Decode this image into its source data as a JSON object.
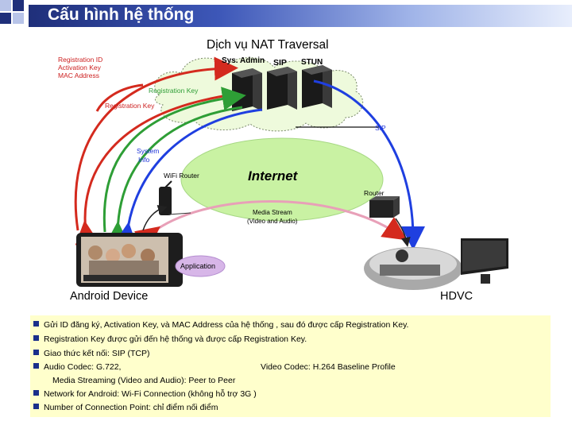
{
  "header": {
    "title": "Cấu hình hệ thống"
  },
  "diagram": {
    "service_title": "Dịch vụ NAT Traversal",
    "server_labels": {
      "admin": "Sys. Admin",
      "sip": "SIP",
      "stun": "STUN"
    },
    "left_note": [
      "Registration ID",
      "Activation Key",
      "MAC Address"
    ],
    "reg_key_upper": "Registration Key",
    "reg_key_lower": "Registration Key",
    "sip_label": "SIP",
    "system_info": [
      "System",
      "Info"
    ],
    "wifi_router_label": "WiFi Router",
    "internet_label": "Internet",
    "router_label": "Router",
    "media_stream": [
      "Media Stream",
      "(Video and Audio)"
    ],
    "application_label": "Application",
    "android_device_label": "Android Device",
    "hdvc_label": "HDVC",
    "colors": {
      "red": "#d42a1e",
      "green": "#2e9e36",
      "blue": "#1f3fe0",
      "ellipse": "#c9f2a3",
      "cloud": "#eefadc",
      "header": "#2a3f9a"
    }
  },
  "bullets": [
    {
      "text": "Gửi ID đăng ký, Activation Key, và MAC Address của hệ thống , sau đó được cấp Registration Key.",
      "marker": true
    },
    {
      "text": "Registration Key  được gửi đến hệ thống và được cấp Registration Key.",
      "marker": true
    },
    {
      "text": "Giao thức kết nối: SIP (TCP)",
      "marker": true
    },
    {
      "text": "Audio Codec: G.722,",
      "marker": true,
      "extra": "Video Codec: H.264 Baseline Profile"
    },
    {
      "text": "Media Streaming (Video and Audio): Peer to Peer",
      "marker": false
    },
    {
      "text": "Network for Android: Wi-Fi Connection (không hỗ trợ 3G )",
      "marker": true
    },
    {
      "text": "Number of Connection Point: chỉ điểm nối điểm",
      "marker": true
    }
  ]
}
